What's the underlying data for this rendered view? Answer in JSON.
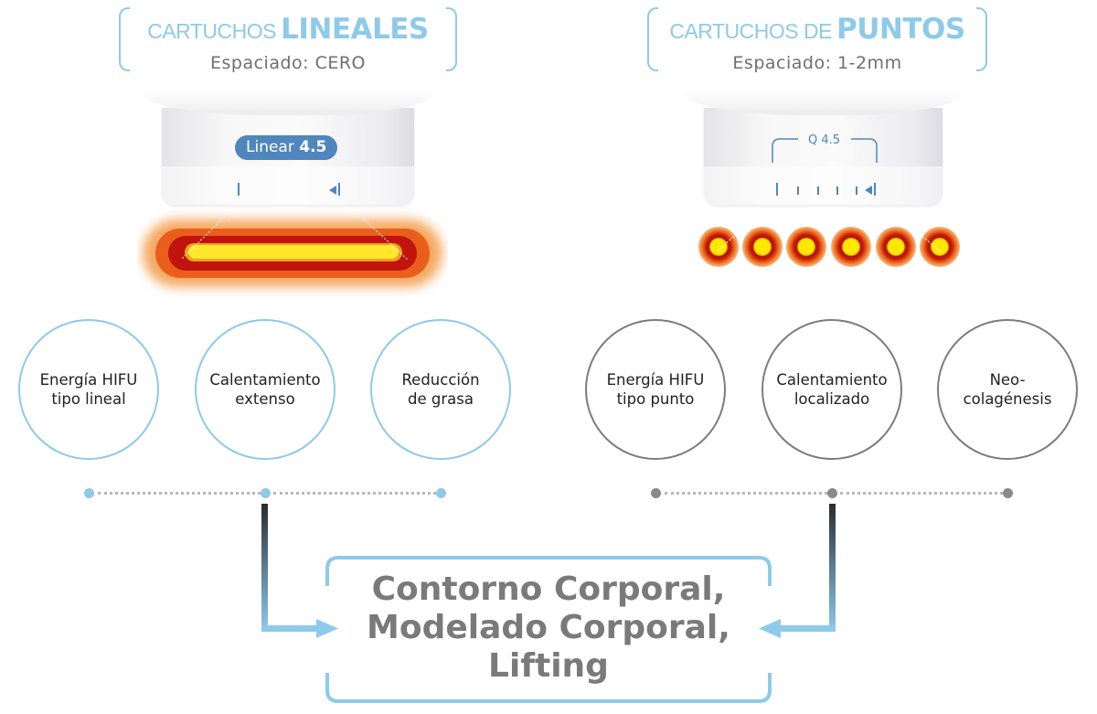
{
  "left_panel": {
    "title_light": "CARTUCHOS",
    "title_bold": "LINEALES",
    "subtitle": "Espaciado: CERO",
    "cartridge": {
      "badge_text": "Linear",
      "badge_value": "4.5"
    },
    "heat_pattern": "line",
    "accent_color": "#8ecae9",
    "features": [
      {
        "label": "Energía HIFU\ntipo lineal"
      },
      {
        "label": "Calentamiento\nextenso"
      },
      {
        "label": "Reducción\nde grasa"
      }
    ]
  },
  "right_panel": {
    "title_light": "CARTUCHOS DE",
    "title_bold": "PUNTOS",
    "subtitle": "Espaciado: 1-2mm",
    "cartridge": {
      "label": "Q 4.5"
    },
    "heat_pattern": "dots",
    "dot_count": 6,
    "accent_color": "#7d7d7d",
    "features": [
      {
        "label": "Energía HIFU\ntipo punto"
      },
      {
        "label": "Calentamiento\nlocalizado"
      },
      {
        "label": "Neo-\ncolagénesis"
      }
    ]
  },
  "result": {
    "text": "Contorno Corporal,\nModelado Corporal,\nLifting"
  }
}
